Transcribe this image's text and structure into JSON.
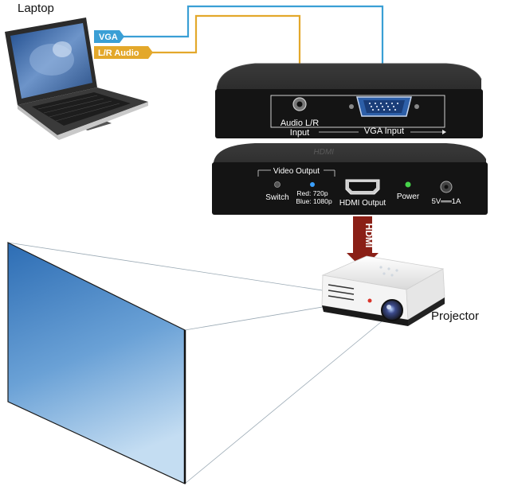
{
  "labels": {
    "laptop": "Laptop",
    "projector": "Projector",
    "hdmi_cable": "HDMI"
  },
  "cables": {
    "vga": {
      "label": "VGA",
      "color": "#3a9fd5"
    },
    "audio": {
      "label": "L/R Audio",
      "color": "#e3a82b"
    }
  },
  "converter": {
    "back_panel": {
      "audio_port_label_line1": "Audio L/R",
      "audio_port_label_line2": "Input",
      "vga_port_label": "VGA Input"
    },
    "front_panel": {
      "video_output_group": "Video Output",
      "switch_label": "Switch",
      "led_red_label": "Red: 720p",
      "led_blue_label": "Blue: 1080p",
      "hdmi_output_label": "HDMI Output",
      "power_label": "Power",
      "dc_label": "5V══1A"
    }
  },
  "colors": {
    "device_body": "#1c1c1c",
    "hdmi_cable": "#8a1f16",
    "screen_top": "#2f6fb5",
    "screen_bottom": "#b9d7f0",
    "power_led": "#46d34a",
    "blue_led": "#3aa0ff"
  }
}
